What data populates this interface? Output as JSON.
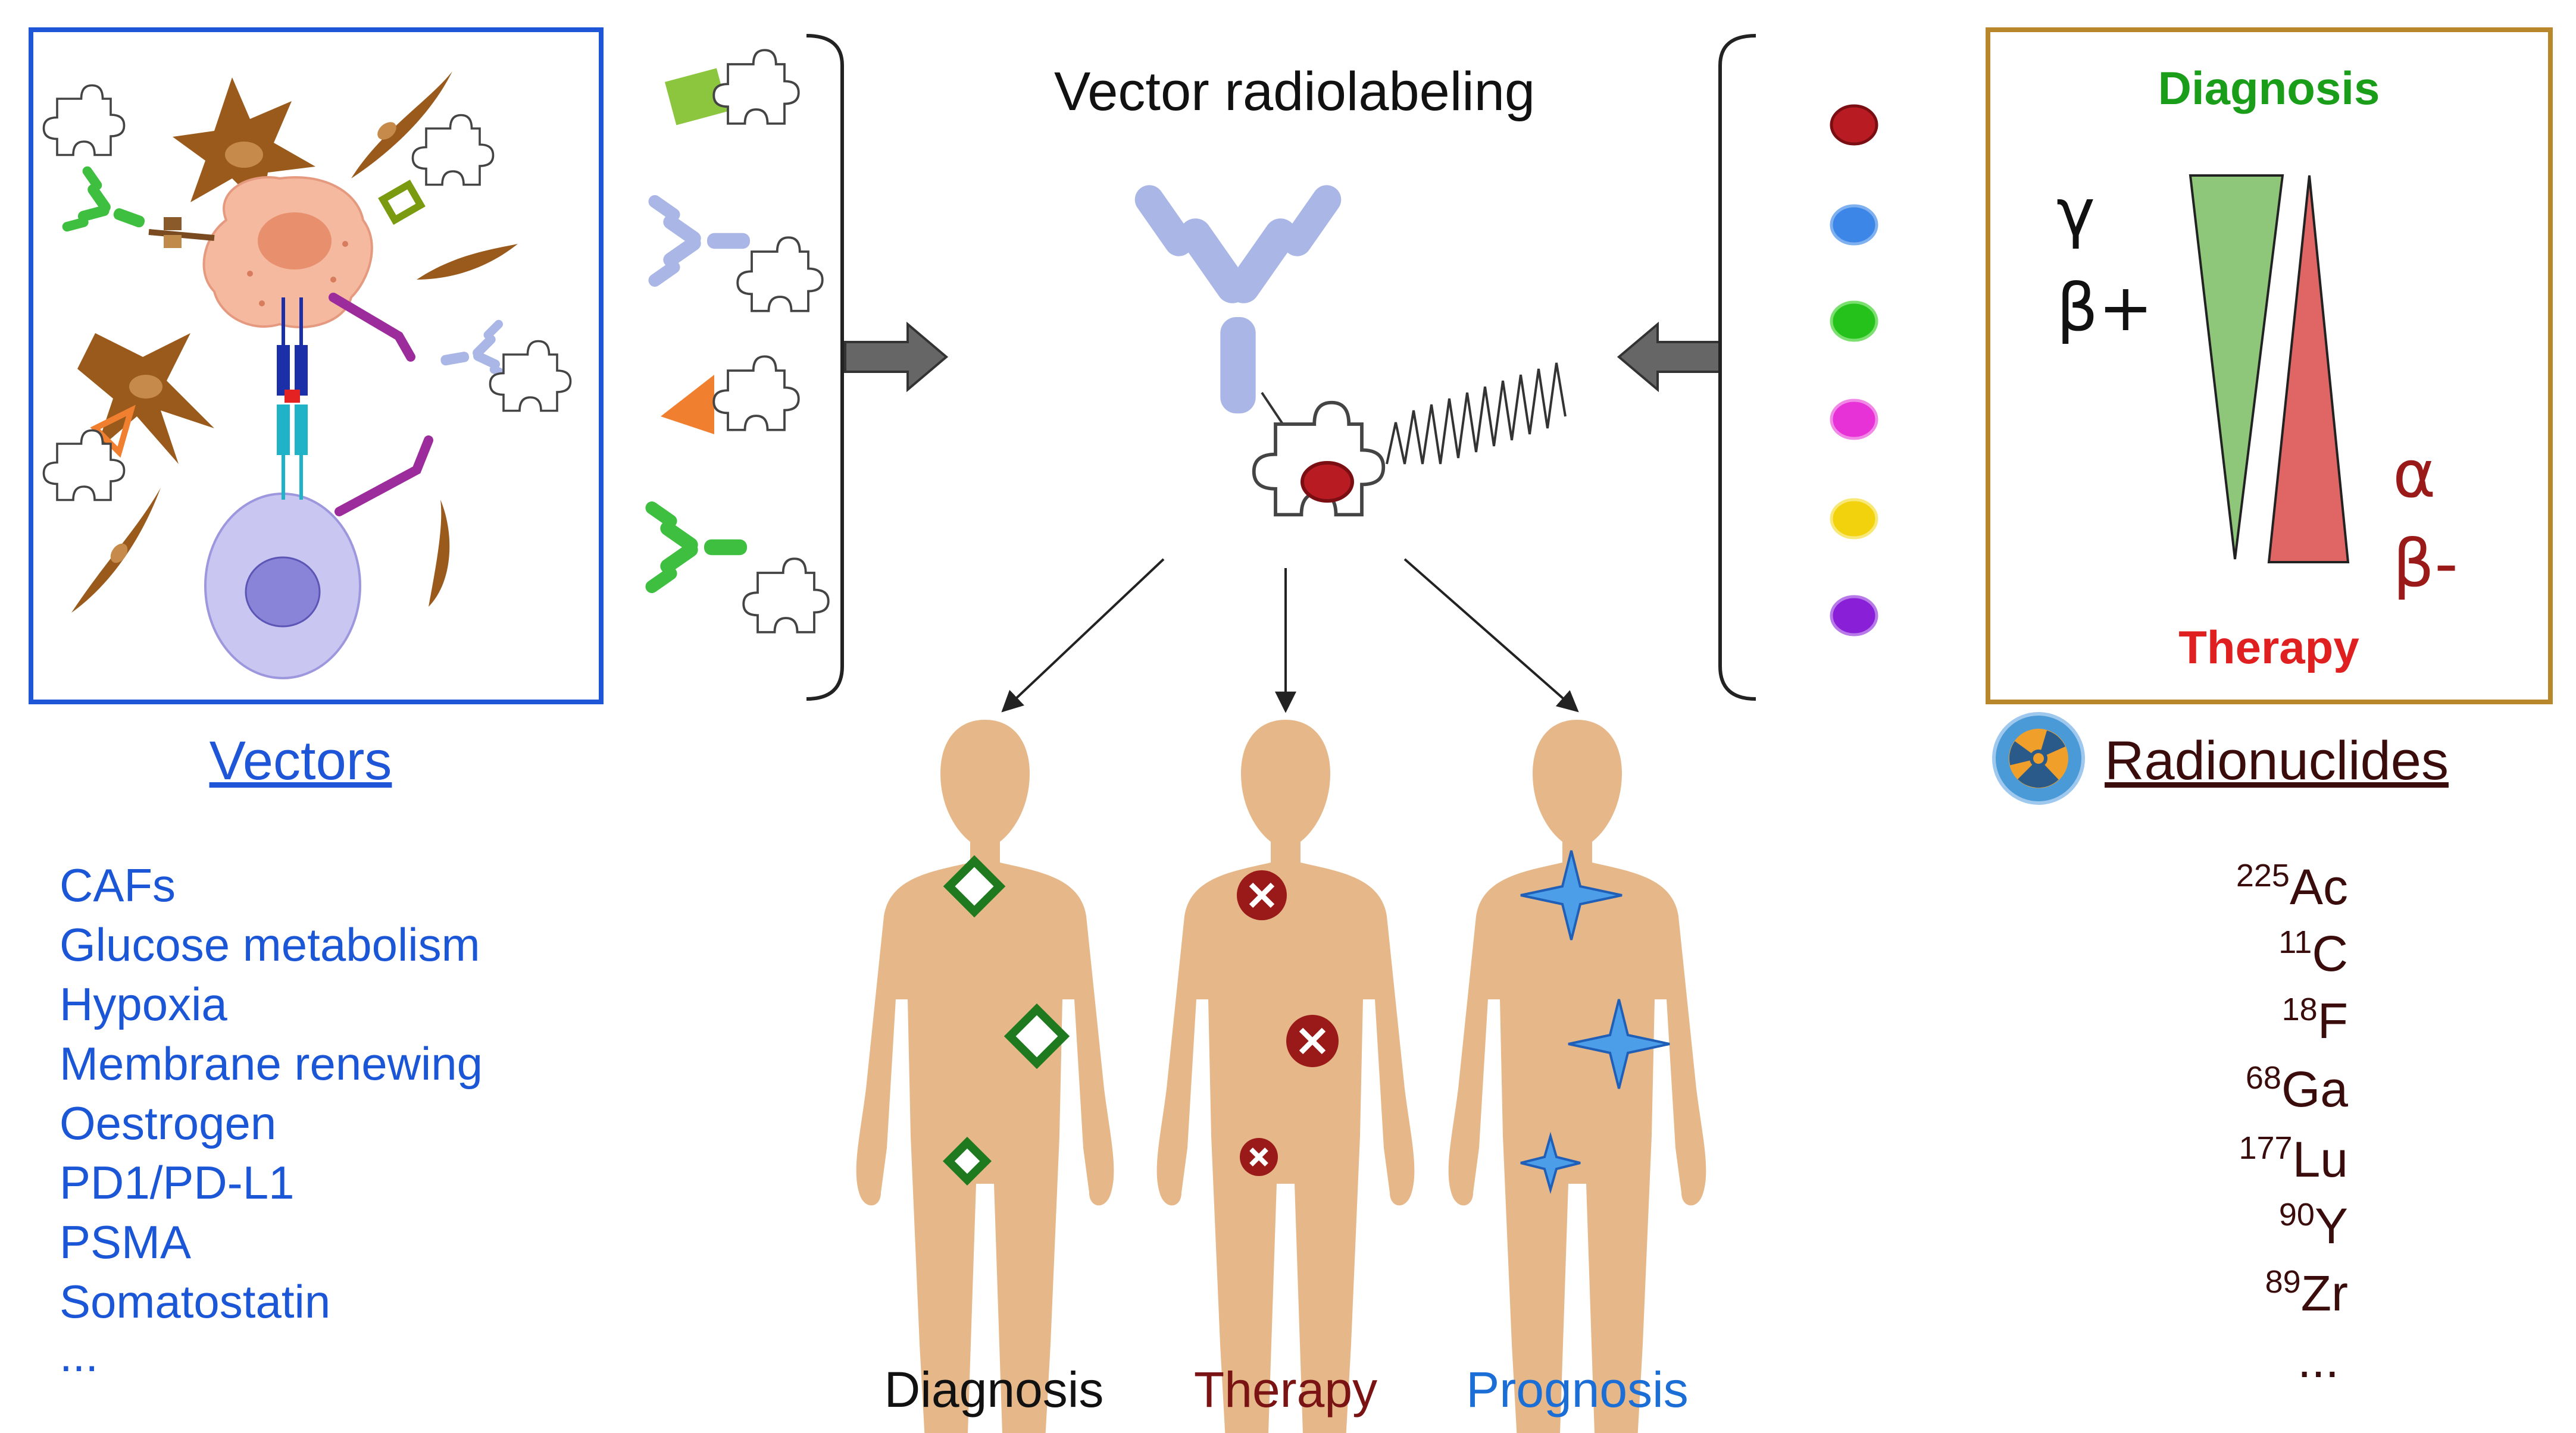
{
  "title": "Vector radiolabeling",
  "vectors": {
    "heading": "Vectors",
    "items": [
      "CAFs",
      "Glucose metabolism",
      "Hypoxia",
      "Membrane renewing",
      "Oestrogen",
      "PD1/PD-L1",
      "PSMA",
      "Somatostatin",
      "..."
    ]
  },
  "radionuclides": {
    "heading": "Radionuclides",
    "items": [
      {
        "mass": "225",
        "symbol": "Ac"
      },
      {
        "mass": "11",
        "symbol": "C"
      },
      {
        "mass": "18",
        "symbol": "F"
      },
      {
        "mass": "68",
        "symbol": "Ga"
      },
      {
        "mass": "177",
        "symbol": "Lu"
      },
      {
        "mass": "90",
        "symbol": "Y"
      },
      {
        "mass": "89",
        "symbol": "Zr"
      }
    ],
    "ellipsis": "..."
  },
  "emission_box": {
    "diagnosis_label": "Diagnosis",
    "therapy_label": "Therapy",
    "diagnostic_emissions": [
      "γ",
      "β+"
    ],
    "therapeutic_emissions": [
      "α",
      "β-"
    ]
  },
  "applications": [
    "Diagnosis",
    "Therapy",
    "Prognosis"
  ],
  "colors": {
    "vectors_blue": "#1a56d6",
    "radionuclide_brown": "#3a0c0c",
    "diagnosis_green": "#1a9e1a",
    "therapy_red": "#e02020",
    "prognosis_blue": "#1a6ed6",
    "box_brown": "#b8862b",
    "body_skin": "#e6b889"
  },
  "radionuclide_dot_colors": [
    "#b81c22",
    "#3c86e8",
    "#26c21c",
    "#e632d6",
    "#f2d20c",
    "#8a1fd8"
  ]
}
